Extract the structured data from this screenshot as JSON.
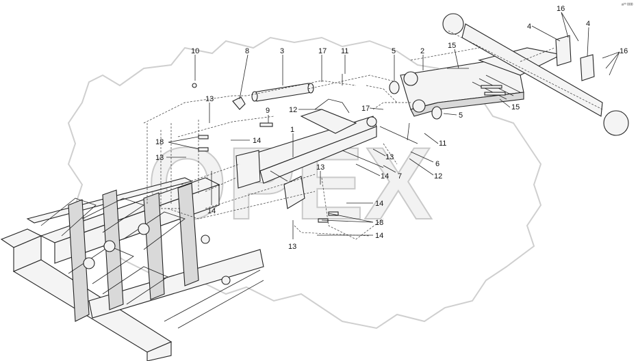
{
  "watermark": {
    "text": "OPEX"
  },
  "corner_code": "a⁰⁰ 000",
  "callouts": [
    {
      "id": "c10a",
      "text": "10"
    },
    {
      "id": "c8",
      "text": "8"
    },
    {
      "id": "c3",
      "text": "3"
    },
    {
      "id": "c17a",
      "text": "17"
    },
    {
      "id": "c11a",
      "text": "11"
    },
    {
      "id": "c5a",
      "text": "5"
    },
    {
      "id": "c2",
      "text": "2"
    },
    {
      "id": "c15a",
      "text": "15"
    },
    {
      "id": "c4a",
      "text": "4"
    },
    {
      "id": "c16a",
      "text": "16"
    },
    {
      "id": "c4b",
      "text": "4"
    },
    {
      "id": "c16b",
      "text": "16"
    },
    {
      "id": "c13a",
      "text": "13"
    },
    {
      "id": "c9",
      "text": "9"
    },
    {
      "id": "c12a",
      "text": "12"
    },
    {
      "id": "c17b",
      "text": "17"
    },
    {
      "id": "c5b",
      "text": "5"
    },
    {
      "id": "c15b",
      "text": "15"
    },
    {
      "id": "c1",
      "text": "1"
    },
    {
      "id": "c11b",
      "text": "11"
    },
    {
      "id": "c18a",
      "text": "18"
    },
    {
      "id": "c14a",
      "text": "14"
    },
    {
      "id": "c13b",
      "text": "13"
    },
    {
      "id": "c13c",
      "text": "13"
    },
    {
      "id": "c6",
      "text": "6"
    },
    {
      "id": "c14b",
      "text": "14"
    },
    {
      "id": "c7",
      "text": "7"
    },
    {
      "id": "c12b",
      "text": "12"
    },
    {
      "id": "c13d",
      "text": "13"
    },
    {
      "id": "c14c",
      "text": "14"
    },
    {
      "id": "c18b",
      "text": "18"
    },
    {
      "id": "c14d",
      "text": "14"
    },
    {
      "id": "c13e",
      "text": "13"
    },
    {
      "id": "c14e",
      "text": "14"
    }
  ]
}
